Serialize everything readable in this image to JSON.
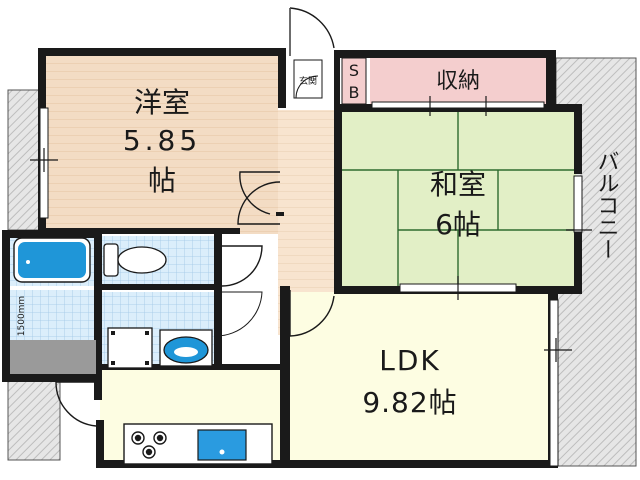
{
  "rooms": {
    "western": {
      "name": "洋室",
      "size": "5.85",
      "unit": "帖"
    },
    "japanese": {
      "name": "和室",
      "size_label": "6帖"
    },
    "ldk": {
      "name": "LDK",
      "size_label": "9.82帖"
    },
    "storage": {
      "name": "収納"
    }
  },
  "labels": {
    "balcony": "バルコニー",
    "sb": [
      "S",
      "B"
    ],
    "entrance_box": "玄関",
    "bath_dimension": "1500mm"
  },
  "colors": {
    "western_floor": "#f3dcc4",
    "japanese_floor": "#e2efc6",
    "ldk_floor": "#fdfde2",
    "storage_floor": "#f4cece",
    "water_area": "#dbeefb",
    "bath": "#1f96d8",
    "wall": "#1a1a1a",
    "balcony": "#cfcfcf",
    "tatami_line": "#2e6b2e",
    "sink": "#2a9be0"
  }
}
